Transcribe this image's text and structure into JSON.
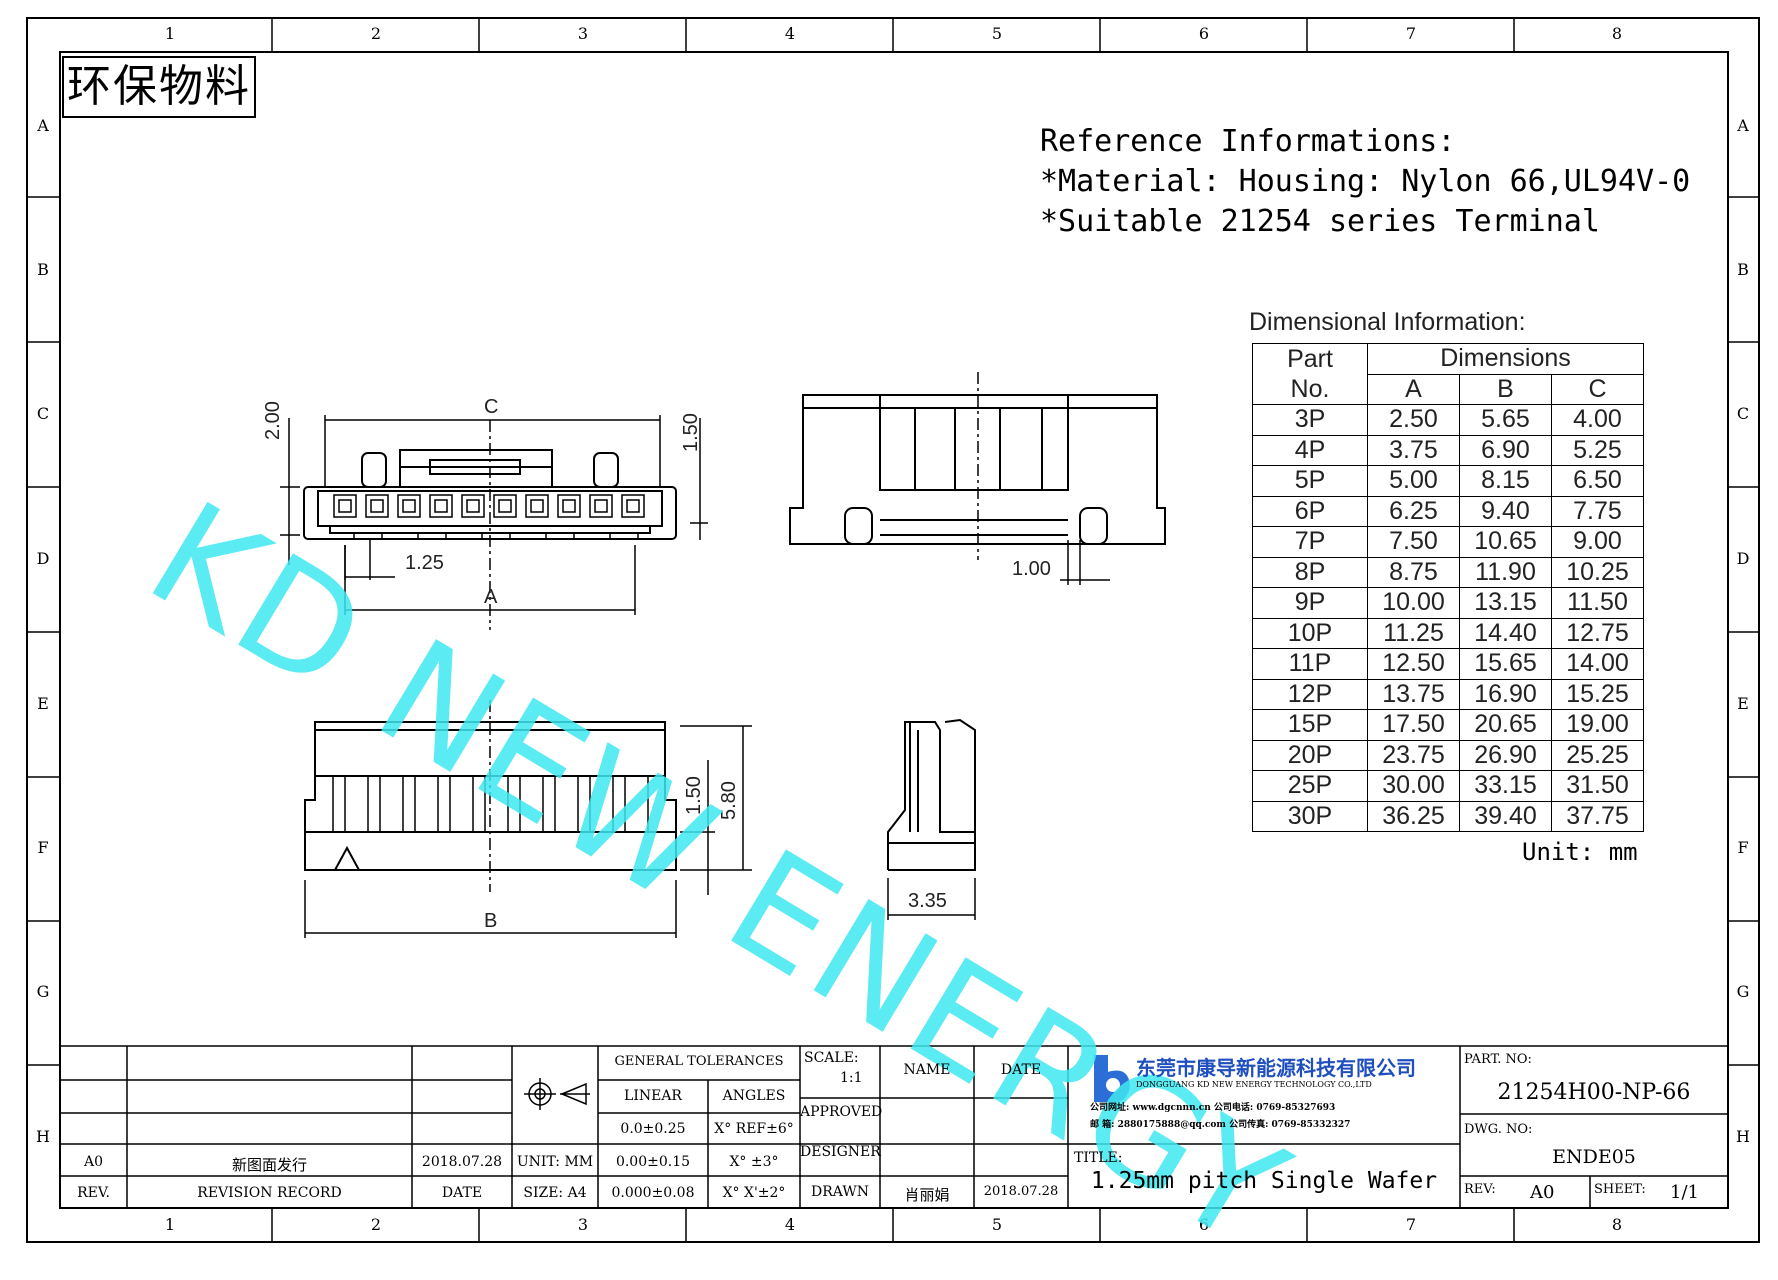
{
  "header": {
    "zones_top": [
      "1",
      "2",
      "3",
      "4",
      "5",
      "6",
      "7",
      "8"
    ],
    "zones_side": [
      "A",
      "B",
      "C",
      "D",
      "E",
      "F",
      "G",
      "H"
    ],
    "stamp": "环保物料"
  },
  "reference": {
    "line1": "Reference Informations:",
    "line2": "*Material: Housing: Nylon 66,UL94V-0",
    "line3": "*Suitable 21254 series Terminal"
  },
  "dimensional": {
    "title": "Dimensional Information:",
    "head_part": "Part",
    "head_no": "No.",
    "head_dims": "Dimensions",
    "cols": [
      "A",
      "B",
      "C"
    ],
    "rows": [
      [
        "3P",
        "2.50",
        "5.65",
        "4.00"
      ],
      [
        "4P",
        "3.75",
        "6.90",
        "5.25"
      ],
      [
        "5P",
        "5.00",
        "8.15",
        "6.50"
      ],
      [
        "6P",
        "6.25",
        "9.40",
        "7.75"
      ],
      [
        "7P",
        "7.50",
        "10.65",
        "9.00"
      ],
      [
        "8P",
        "8.75",
        "11.90",
        "10.25"
      ],
      [
        "9P",
        "10.00",
        "13.15",
        "11.50"
      ],
      [
        "10P",
        "11.25",
        "14.40",
        "12.75"
      ],
      [
        "11P",
        "12.50",
        "15.65",
        "14.00"
      ],
      [
        "12P",
        "13.75",
        "16.90",
        "15.25"
      ],
      [
        "15P",
        "17.50",
        "20.65",
        "19.00"
      ],
      [
        "20P",
        "23.75",
        "26.90",
        "25.25"
      ],
      [
        "25P",
        "30.00",
        "33.15",
        "31.50"
      ],
      [
        "30P",
        "36.25",
        "39.40",
        "37.75"
      ]
    ],
    "unit": "Unit: mm"
  },
  "dims": {
    "c": "C",
    "a": "A",
    "b": "B",
    "d200": "2.00",
    "d150a": "1.50",
    "d125": "1.25",
    "d100": "1.00",
    "d150b": "1.50",
    "d580": "5.80",
    "d335": "3.35"
  },
  "watermark": "KD NEW ENERGY",
  "title_block": {
    "rev_label": "REV.",
    "revision_record": "REVISION RECORD",
    "date_label": "DATE",
    "rev_a0": "A0",
    "rev_desc": "新图面发行",
    "rev_date": "2018.07.28",
    "unit": "UNIT: MM",
    "size": "SIZE: A4",
    "general_tol": "GENERAL TOLERANCES",
    "linear": "LINEAR",
    "angles": "ANGLES",
    "tol1": "0.0±0.25",
    "tol2": "0.00±0.15",
    "tol3": "0.000±0.08",
    "ang1": "X° REF±6°",
    "ang2": "X° ±3°",
    "ang3": "X° X'±2°",
    "scale": "SCALE:",
    "scale_val": "1:1",
    "approved": "APPROVED",
    "designer": "DESIGNER",
    "drawn": "DRAWN",
    "name": "NAME",
    "date": "DATE",
    "drawn_name": "肖丽娟",
    "drawn_date": "2018.07.28",
    "company_cn": "东莞市康导新能源科技有限公司",
    "company_en": "DONGGUANG KD NEW ENERGY TECHNOLOGY CO.,LTD",
    "company_web": "公司网址: www.dgcnnn.cn    公司电话: 0769-85327693",
    "company_mail": "邮    箱: 2880175888@qq.com  公司传真: 0769-85332327",
    "title_label": "TITLE:",
    "title": "1.25mm pitch Single Wafer",
    "part_label": "PART. NO:",
    "part_no": "21254H00-NP-66",
    "dwg_label": "DWG. NO:",
    "dwg_no": "ENDE05",
    "rev2_label": "REV:",
    "rev2": "A0",
    "sheet_label": "SHEET:",
    "sheet": "1/1"
  }
}
